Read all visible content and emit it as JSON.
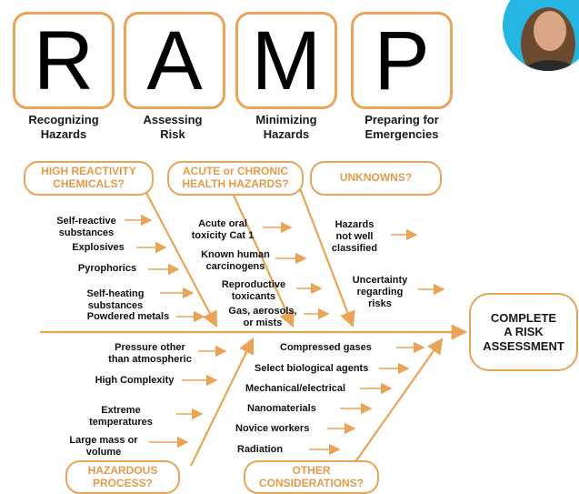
{
  "ramp": {
    "letters": [
      "R",
      "A",
      "M",
      "P"
    ],
    "captions": [
      {
        "line1": "Recognizing",
        "line2": "Hazards"
      },
      {
        "line1": "Assessing",
        "line2": "Risk"
      },
      {
        "line1": "Minimizing",
        "line2": "Hazards"
      },
      {
        "line1": "Preparing for",
        "line2": "Emergencies"
      }
    ]
  },
  "fishbone": {
    "head": {
      "line1": "COMPLETE",
      "line2": "A RISK",
      "line3": "ASSESSMENT"
    },
    "top_categories": [
      {
        "line1": "HIGH REACTIVITY",
        "line2": "CHEMICALS?"
      },
      {
        "line1": "ACUTE or CHRONIC",
        "line2": "HEALTH HAZARDS?"
      },
      {
        "line1": "UNKNOWNS?",
        "line2": ""
      }
    ],
    "bottom_categories": [
      {
        "line1": "HAZARDOUS",
        "line2": "PROCESS?"
      },
      {
        "line1": "OTHER",
        "line2": "CONSIDERATIONS?"
      }
    ],
    "reactivity_factors": [
      {
        "line1": "Self-reactive",
        "line2": "substances"
      },
      {
        "line1": "Explosives",
        "line2": ""
      },
      {
        "line1": "Pyrophorics",
        "line2": ""
      },
      {
        "line1": "Self-heating",
        "line2": "substances"
      },
      {
        "line1": "Powdered metals",
        "line2": ""
      }
    ],
    "health_factors": [
      {
        "line1": "Acute oral",
        "line2": "toxicity Cat 1"
      },
      {
        "line1": "Known human",
        "line2": "carcinogens"
      },
      {
        "line1": "Reproductive",
        "line2": "toxicants"
      },
      {
        "line1": "Gas, aerosols,",
        "line2": "or mists"
      }
    ],
    "unknown_factors": [
      {
        "line1": "Hazards",
        "line2": "not well",
        "line3": "classified"
      },
      {
        "line1": "Uncertainty",
        "line2": "regarding",
        "line3": "risks"
      }
    ],
    "process_factors": [
      {
        "line1": "Pressure other",
        "line2": "than atmospheric"
      },
      {
        "line1": "High Complexity",
        "line2": ""
      },
      {
        "line1": "Extreme",
        "line2": "temperatures"
      },
      {
        "line1": "Large mass or",
        "line2": "volume"
      }
    ],
    "other_factors": [
      "Compressed gases",
      "Select biological agents",
      "Mechanical/electrical",
      "Nanomaterials",
      "Novice workers",
      "Radiation"
    ]
  },
  "colors": {
    "accent": "#e8a557",
    "accent_text": "#e39b4b",
    "avatar_bg": "#25b5e3"
  }
}
